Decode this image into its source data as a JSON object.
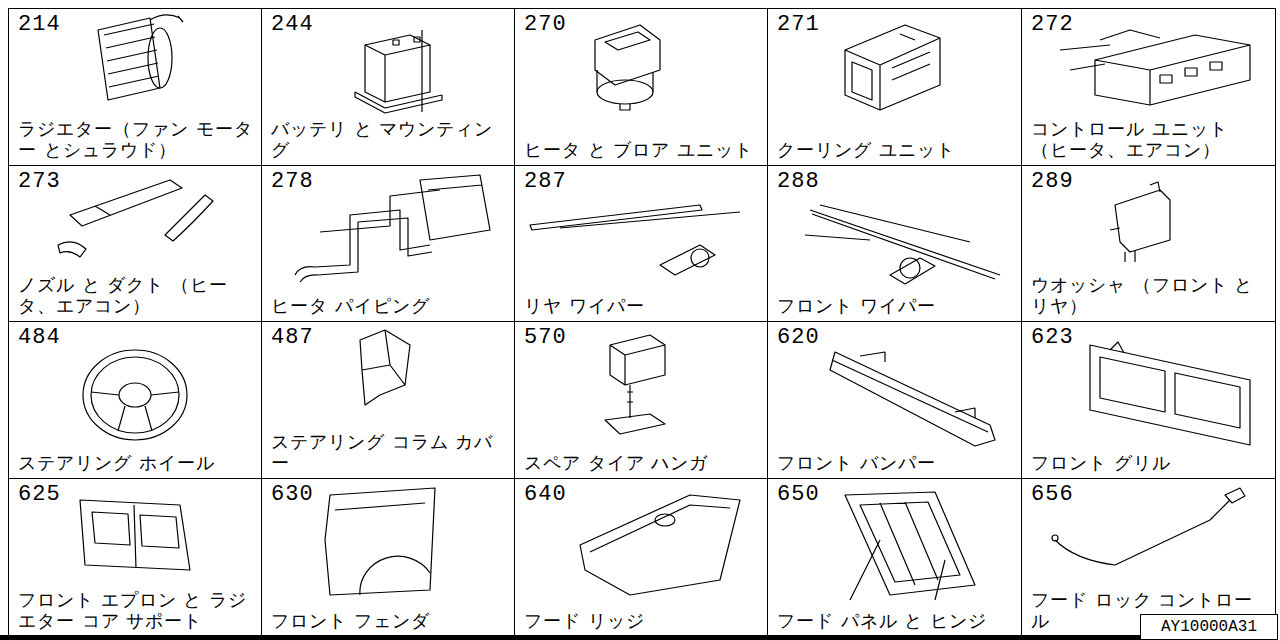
{
  "diagram": {
    "nodes": [
      {
        "text": [
          "214",
          "ラジエター（ファン モーター とシュラウド）"
        ]
      },
      {
        "text": [
          "244",
          "バッテリ と マウンティング"
        ]
      },
      {
        "text": [
          "270",
          "ヒータ と ブロア ユニット"
        ]
      },
      {
        "text": [
          "271",
          "クーリング ユニット"
        ]
      },
      {
        "text": [
          "272",
          "コントロール ユニット （ヒータ、エアコン）"
        ]
      },
      {
        "text": [
          "273",
          "ノズル と ダクト （ヒータ、エアコン）"
        ]
      },
      {
        "text": [
          "278",
          "ヒータ パイピング"
        ]
      },
      {
        "text": [
          "287",
          "リヤ ワイパー"
        ]
      },
      {
        "text": [
          "288",
          "フロント ワイパー"
        ]
      },
      {
        "text": [
          "289",
          "ウオッシャ （フロント と リヤ）"
        ]
      },
      {
        "text": [
          "484",
          "ステアリング ホイール"
        ]
      },
      {
        "text": [
          "487",
          "ステアリング コラム カバー"
        ]
      },
      {
        "text": [
          "570",
          "スペア タイア ハンガ"
        ]
      },
      {
        "text": [
          "620",
          "フロント バンパー"
        ]
      },
      {
        "text": [
          "623",
          "フロント グリル"
        ]
      },
      {
        "text": [
          "625",
          "フロント エプロン と ラジエター コア サポート"
        ]
      },
      {
        "text": [
          "630",
          "フロント フェンダ"
        ]
      },
      {
        "text": [
          "640",
          "フード リッジ"
        ]
      },
      {
        "text": [
          "650",
          "フード パネル と ヒンジ"
        ]
      },
      {
        "text": [
          "656",
          "フード ロック コントロール"
        ]
      },
      {
        "text": [
          "AY10000A31"
        ]
      }
    ]
  }
}
